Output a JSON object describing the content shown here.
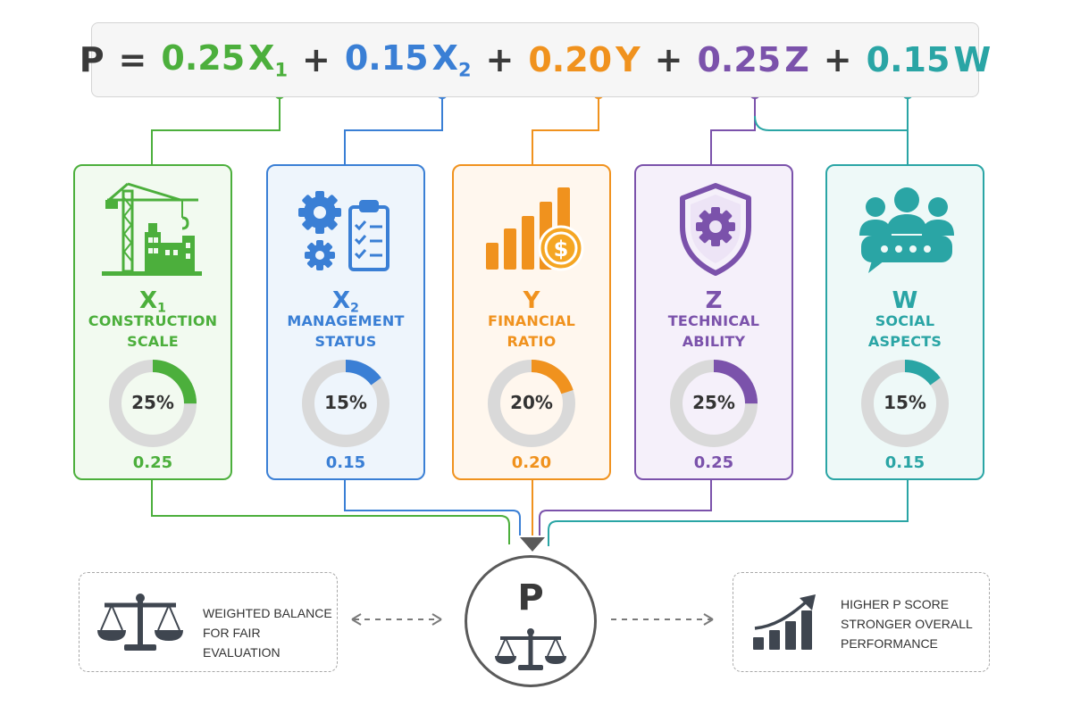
{
  "formula": {
    "lhs": "P",
    "eq": "=",
    "plus": "+",
    "terms": [
      {
        "coef": "0.25",
        "var": "X",
        "sub": "1",
        "color": "#4caf3c"
      },
      {
        "coef": "0.15",
        "var": "X",
        "sub": "2",
        "color": "#3a7fd5"
      },
      {
        "coef": "0.20",
        "var": "Y",
        "sub": "",
        "color": "#f0921e"
      },
      {
        "coef": "0.25",
        "var": "Z",
        "sub": "",
        "color": "#7b52ab"
      },
      {
        "coef": "0.15",
        "var": "W",
        "sub": "",
        "color": "#2aa5a5"
      }
    ]
  },
  "factors": [
    {
      "symbol": "X",
      "sub": "1",
      "label_line1": "CONSTRUCTION",
      "label_line2": "SCALE",
      "percent_label": "25%",
      "weight_label": "0.25",
      "percent": 25,
      "color": "#4caf3c",
      "bg": "#f2faf0",
      "icon": "crane-building-icon"
    },
    {
      "symbol": "X",
      "sub": "2",
      "label_line1": "MANAGEMENT",
      "label_line2": "STATUS",
      "percent_label": "15%",
      "weight_label": "0.15",
      "percent": 15,
      "color": "#3a7fd5",
      "bg": "#eef5fc",
      "icon": "gears-clipboard-icon"
    },
    {
      "symbol": "Y",
      "sub": "",
      "label_line1": "FINANCIAL",
      "label_line2": "RATIO",
      "percent_label": "20%",
      "weight_label": "0.20",
      "percent": 20,
      "color": "#f0921e",
      "bg": "#fff7ee",
      "icon": "bar-chart-coin-icon"
    },
    {
      "symbol": "Z",
      "sub": "",
      "label_line1": "TECHNICAL",
      "label_line2": "ABILITY",
      "percent_label": "25%",
      "weight_label": "0.25",
      "percent": 25,
      "color": "#7b52ab",
      "bg": "#f5f0fa",
      "icon": "shield-gear-icon"
    },
    {
      "symbol": "W",
      "sub": "",
      "label_line1": "SOCIAL",
      "label_line2": "ASPECTS",
      "percent_label": "15%",
      "weight_label": "0.15",
      "percent": 15,
      "color": "#2aa5a5",
      "bg": "#eef9f8",
      "icon": "people-chat-icon"
    }
  ],
  "left_note": {
    "line1": "WEIGHTED BALANCE",
    "line2": "FOR FAIR EVALUATION",
    "icon": "balance-scale-icon"
  },
  "center": {
    "letter": "P",
    "icon": "small-scale-icon"
  },
  "right_note": {
    "line1": "HIGHER P SCORE",
    "line2": "STRONGER OVERALL",
    "line3": "PERFORMANCE",
    "icon": "growth-chart-icon"
  },
  "colors": {
    "ring_track": "#d9d9d9",
    "neutral": "#5a5a5a"
  }
}
